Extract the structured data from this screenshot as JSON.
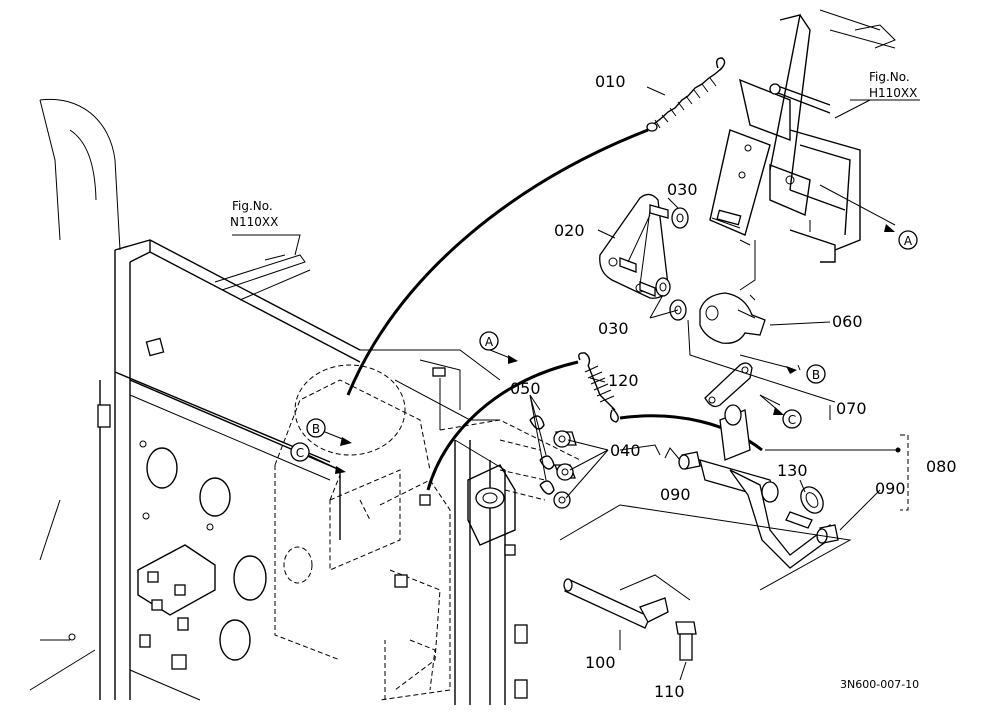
{
  "parts": {
    "p010": "010",
    "p020": "020",
    "p030a": "030",
    "p030b": "030",
    "p040": "040",
    "p050": "050",
    "p060": "060",
    "p070": "070",
    "p080": "080",
    "p090a": "090",
    "p090b": "090",
    "p100": "100",
    "p110": "110",
    "p120": "120",
    "p130": "130"
  },
  "refs": {
    "fig_left_title": "Fig.No.",
    "fig_left_code": "N110XX",
    "fig_right_title": "Fig.No.",
    "fig_right_code": "H110XX"
  },
  "markers": {
    "a_right": "A",
    "a_left": "A",
    "b_right": "B",
    "b_left": "B",
    "c_right": "C",
    "c_left": "C"
  },
  "drawing_code": "3N600-007-10"
}
